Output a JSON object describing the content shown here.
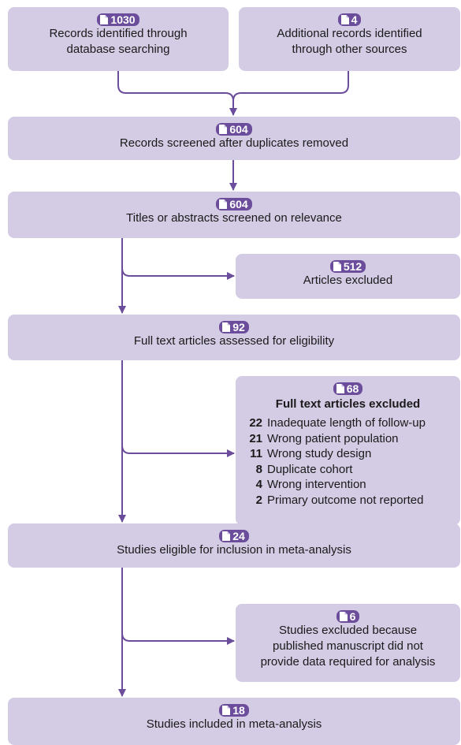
{
  "colors": {
    "box": "#d4cbe4",
    "badge": "#6b4d9c",
    "connector": "#6b4d9c"
  },
  "icons": {
    "badge_icon": "document-icon"
  },
  "boxes": {
    "database": {
      "count": "1030",
      "lines": [
        "Records identified through",
        "database searching"
      ]
    },
    "other_sources": {
      "count": "4",
      "lines": [
        "Additional records identified",
        "through other sources"
      ]
    },
    "screened": {
      "count": "604",
      "lines": [
        "Records screened after duplicates removed"
      ]
    },
    "titles": {
      "count": "604",
      "lines": [
        "Titles or abstracts screened on relevance"
      ]
    },
    "excluded_articles": {
      "count": "512",
      "lines": [
        "Articles excluded"
      ]
    },
    "full_text": {
      "count": "92",
      "lines": [
        "Full text articles assessed for eligibility"
      ]
    },
    "full_text_excluded": {
      "count": "68",
      "title": "Full text articles excluded",
      "reasons": [
        {
          "n": "22",
          "text": "Inadequate length of follow-up"
        },
        {
          "n": "21",
          "text": "Wrong patient population"
        },
        {
          "n": "11",
          "text": "Wrong study design"
        },
        {
          "n": "8",
          "text": "Duplicate cohort"
        },
        {
          "n": "4",
          "text": "Wrong intervention"
        },
        {
          "n": "2",
          "text": "Primary outcome not reported"
        }
      ]
    },
    "eligible": {
      "count": "24",
      "lines": [
        "Studies eligible for inclusion in meta-analysis"
      ]
    },
    "studies_excluded": {
      "count": "6",
      "lines": [
        "Studies excluded because",
        "published manuscript did not",
        "provide data required for analysis"
      ]
    },
    "included": {
      "count": "18",
      "lines": [
        "Studies included in meta-analysis"
      ]
    }
  }
}
